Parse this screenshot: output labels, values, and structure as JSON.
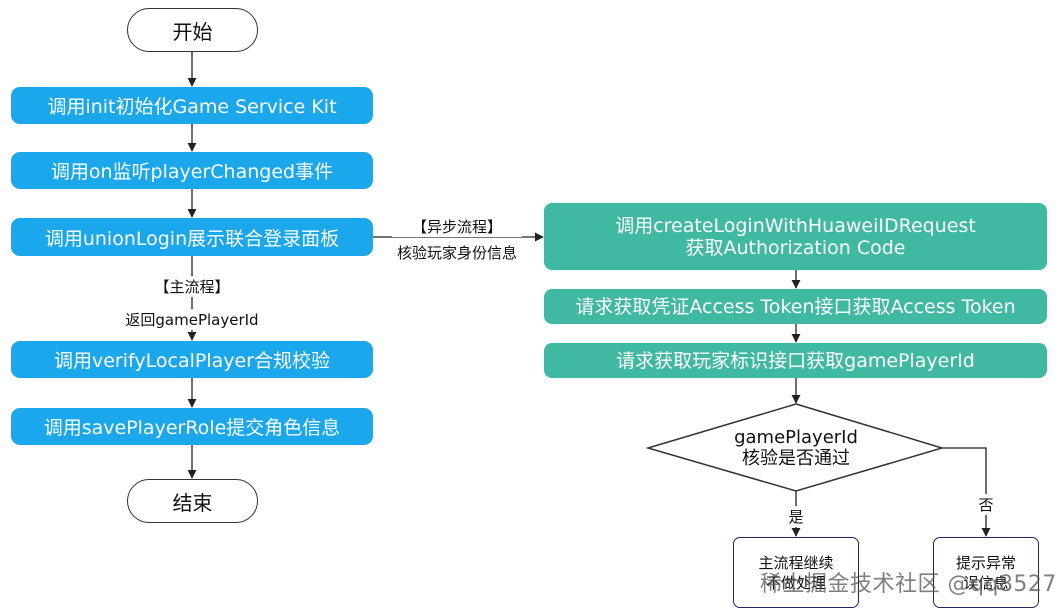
{
  "flow": {
    "start": "开始",
    "step_init": "调用init初始化Game Service Kit",
    "step_on": "调用on监听playerChanged事件",
    "step_union": "调用unionLogin展示联合登录面板",
    "main_flow_tag": "【主流程】",
    "return_label": "返回gamePlayerId",
    "step_verify": "调用verifyLocalPlayer合规校验",
    "step_save": "调用savePlayerRole提交角色信息",
    "end": "结束"
  },
  "async_flow": {
    "tag": "【异步流程】",
    "desc": "核验玩家身份信息",
    "step_create": "调用createLoginWithHuaweiIDRequest\n获取Authorization Code",
    "step_token": "请求获取凭证Access Token接口获取Access Token",
    "step_player_id": "请求获取玩家标识接口获取gamePlayerId",
    "decision": "gamePlayerId\n核验是否通过",
    "yes": "是",
    "no": "否",
    "yes_result": "主流程继续\n不做处理",
    "no_result": "提示异常\n误信息"
  },
  "watermark": "稀土掘金技术社区 @qq8527",
  "colors": {
    "blue": "#1aa7ec",
    "teal": "#40b9a3",
    "line": "#222222"
  }
}
